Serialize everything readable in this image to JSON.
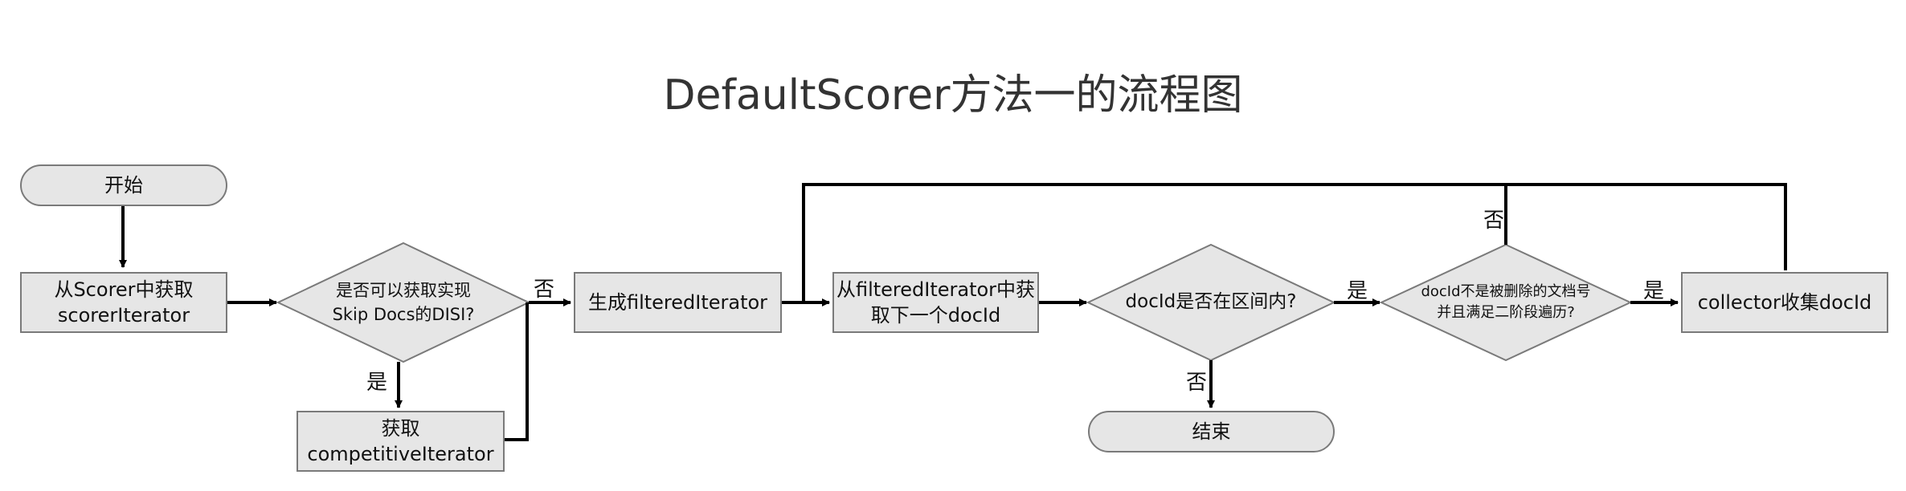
{
  "title": "DefaultScorer方法一的流程图",
  "nodes": {
    "start": "开始",
    "get_scorer_iterator": [
      "从Scorer中获取",
      "scorerIterator"
    ],
    "can_skip_disi": [
      "是否可以获取实现",
      "Skip Docs的DISI?"
    ],
    "get_competitive_iterator": [
      "获取",
      "competitiveIterator"
    ],
    "gen_filtered_iterator": "生成filteredIterator",
    "next_docid": [
      "从filteredIterator中获",
      "取下一个docId"
    ],
    "docid_in_range": "docId是否在区间内?",
    "end": "结束",
    "docid_valid_check": [
      "docId不是被删除的文档号",
      "并且满足二阶段遍历?"
    ],
    "collect_docid": "collector收集docId"
  },
  "edge_labels": {
    "skip_yes": "是",
    "skip_no": "否",
    "range_yes": "是",
    "range_no": "否",
    "valid_yes": "是",
    "valid_no": "否"
  },
  "colors": {
    "node_fill": "#e6e6e6",
    "node_border": "#7a7a7a",
    "edge": "#000000",
    "title": "#333333"
  }
}
